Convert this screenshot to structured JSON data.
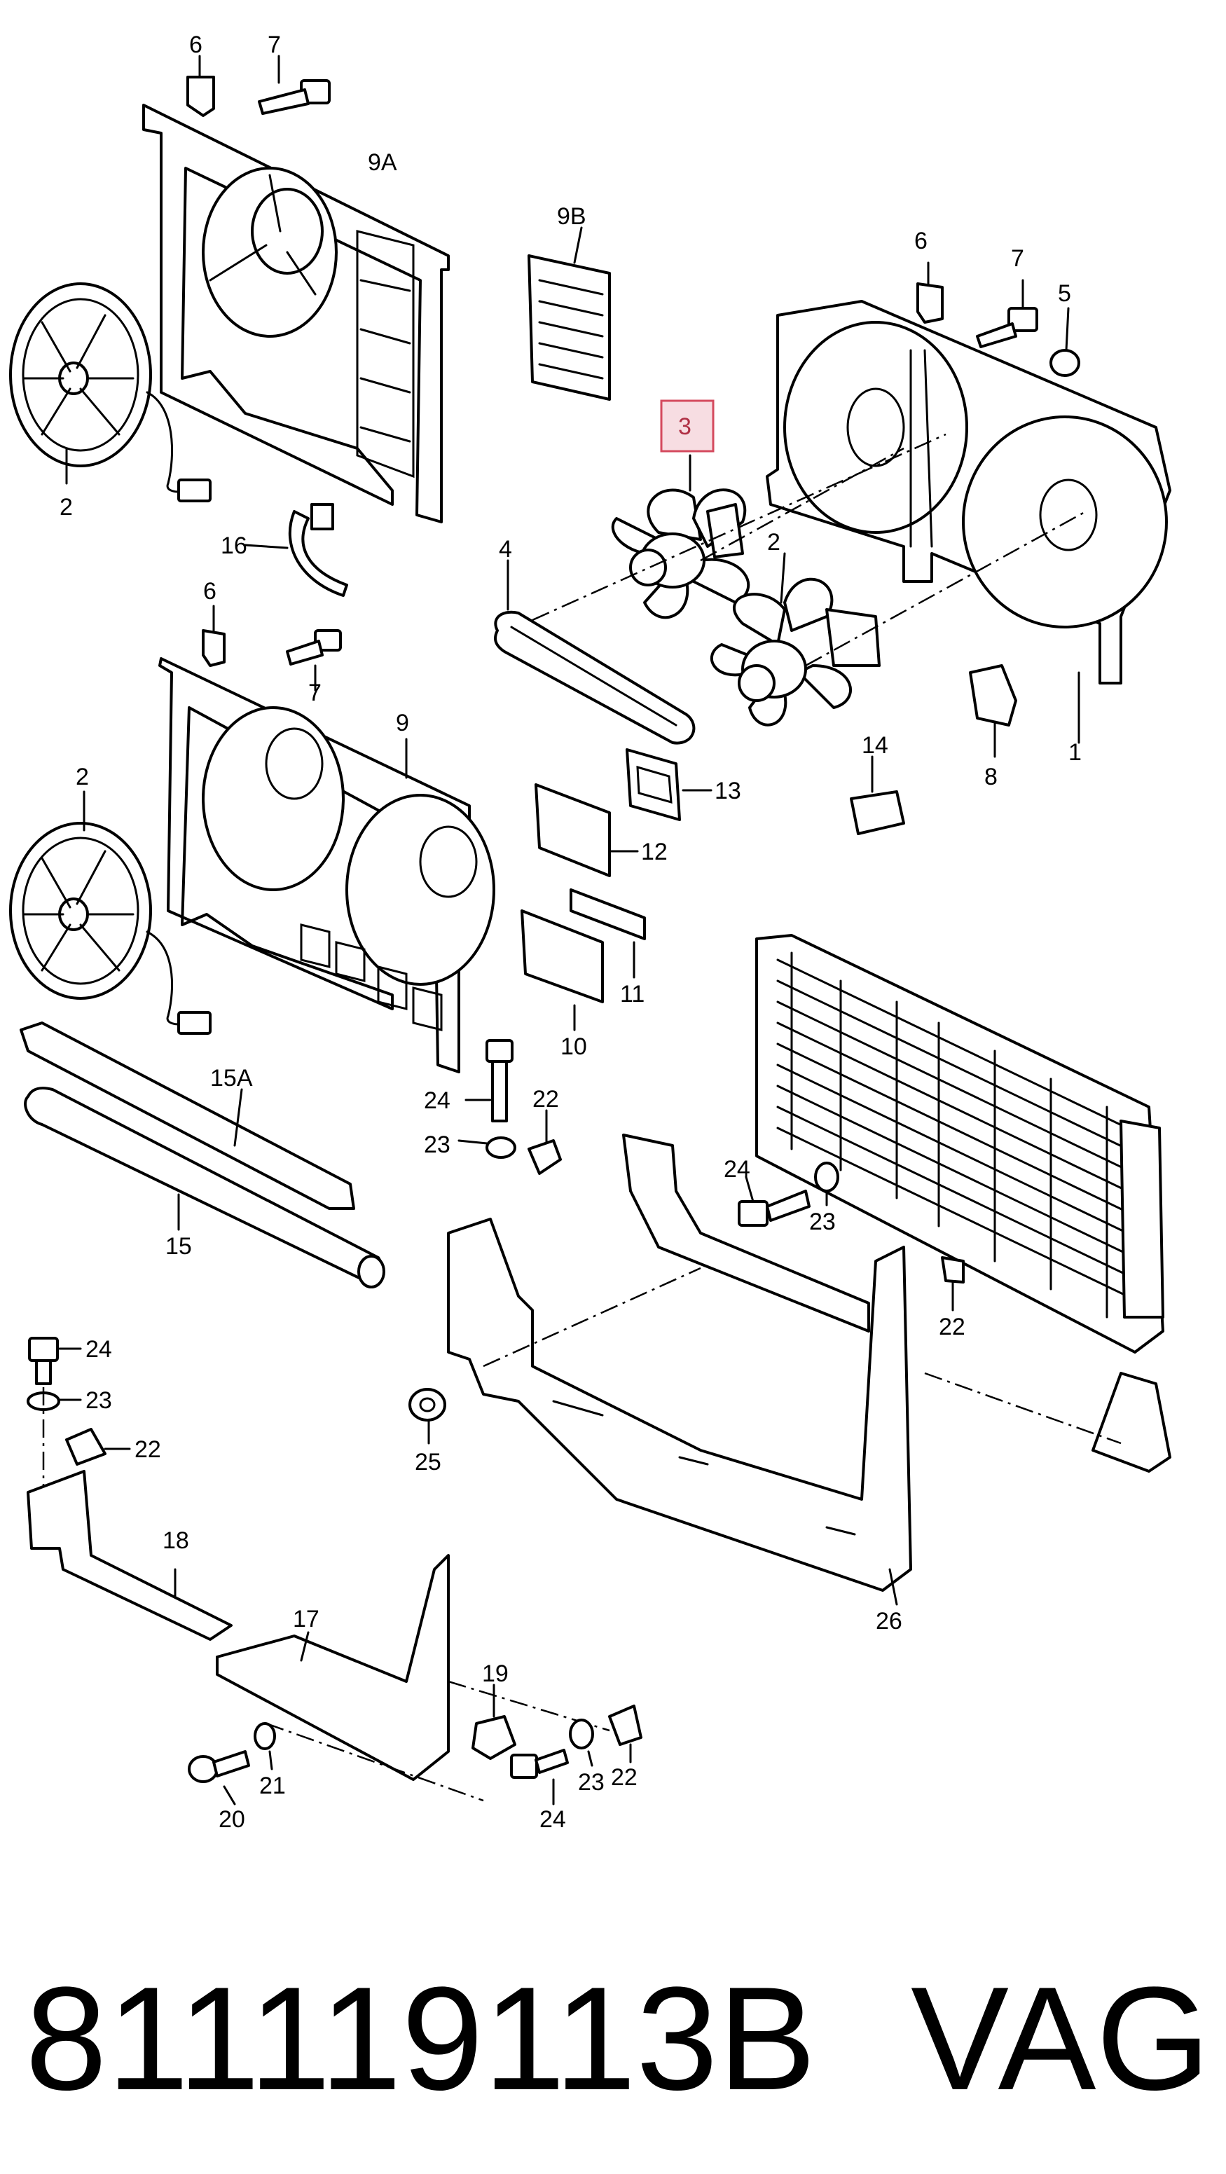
{
  "labels": {
    "l1": "1",
    "l2a": "2",
    "l2b": "2",
    "l2c": "2",
    "l3": "3",
    "l4": "4",
    "l5": "5",
    "l6a": "6",
    "l6b": "6",
    "l6c": "6",
    "l7a": "7",
    "l7b": "7",
    "l7c": "7",
    "l8": "8",
    "l9": "9",
    "l9a": "9A",
    "l9b": "9B",
    "l10": "10",
    "l11": "11",
    "l12": "12",
    "l13": "13",
    "l14": "14",
    "l15": "15",
    "l15a": "15A",
    "l16": "16",
    "l17": "17",
    "l18": "18",
    "l19": "19",
    "l20": "20",
    "l21": "21",
    "l22a": "22",
    "l22b": "22",
    "l22c": "22",
    "l22d": "22",
    "l23a": "23",
    "l23b": "23",
    "l23c": "23",
    "l23d": "23",
    "l24a": "24",
    "l24b": "24",
    "l24c": "24",
    "l24d": "24",
    "l25": "25",
    "l26": "26"
  },
  "highlighted_part": "3",
  "highlight_color": "#d44a5e",
  "part_number": "811119113B",
  "brand": "VAG"
}
